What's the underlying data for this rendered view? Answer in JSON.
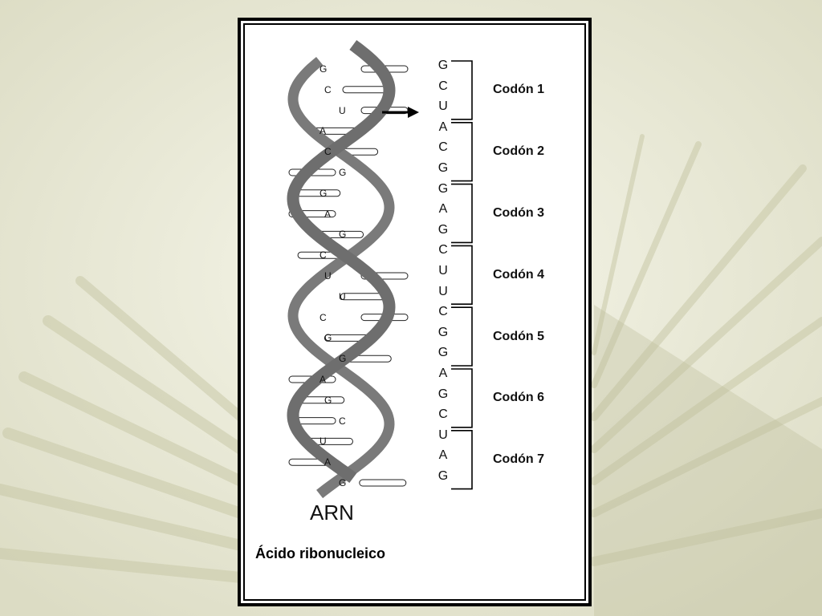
{
  "helix": {
    "bases": [
      "G",
      "C",
      "U",
      "A",
      "C",
      "G",
      "G",
      "A",
      "G",
      "C",
      "U",
      "U",
      "C",
      "G",
      "G",
      "A",
      "G",
      "C",
      "U",
      "A",
      "G"
    ]
  },
  "sequence": [
    "G",
    "C",
    "U",
    "A",
    "C",
    "G",
    "G",
    "A",
    "G",
    "C",
    "U",
    "U",
    "C",
    "G",
    "G",
    "A",
    "G",
    "C",
    "U",
    "A",
    "G"
  ],
  "codons": [
    "Codón 1",
    "Codón 2",
    "Codón 3",
    "Codón 4",
    "Codón 5",
    "Codón 6",
    "Codón 7"
  ],
  "molecule_label": "ARN",
  "caption": "Ácido ribonucleico",
  "colors": {
    "strand": "#6e6e6e",
    "strand_dark": "#4a4a4a",
    "rung": "#ffffff",
    "ink": "#111111"
  }
}
